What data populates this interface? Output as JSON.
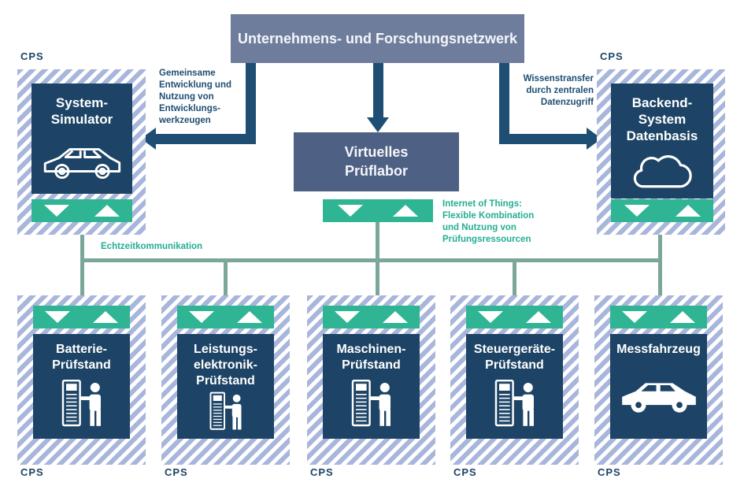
{
  "cps_label": "CPS",
  "colors": {
    "navy_box": "#1d4466",
    "top_network_box": "#6f7d9c",
    "virtual_lab_box": "#4e6083",
    "exchange_bar_teal": "#2fb593",
    "bus_sage_green": "#7aa79a",
    "hatch_stripe": "#a9b6dc",
    "connector_dark_blue": "#1e4e73",
    "annotation_green": "#23ae93"
  },
  "top_box": {
    "label": "Unternehmens- und Forschungsnetzwerk"
  },
  "virtual_lab": {
    "label": "Virtuelles\nPrüflabor"
  },
  "left_node": {
    "label": "System-\nSimulator",
    "icon": "car-outline-icon"
  },
  "right_node": {
    "label": "Backend-\nSystem\nDatenbasis",
    "icon": "cloud-icon"
  },
  "annotations": {
    "left": "Gemeinsame\nEntwicklung und\nNutzung von\nEntwicklungs-\nwerkzeugen",
    "right": "Wissenstransfer\ndurch zentralen\nDatenzugriff",
    "iot": "Internet of Things:\nFlexible Kombination\nund Nutzung von\nPrüfungsressourcen",
    "realtime": "Echtzeitkommunikation"
  },
  "bottom_nodes": [
    {
      "label": "Batterie-\nPrüfstand",
      "icon": "test-bench-icon"
    },
    {
      "label": "Leistungs-\nelektronik-\nPrüfstand",
      "icon": "test-bench-icon"
    },
    {
      "label": "Maschinen-\nPrüfstand",
      "icon": "test-bench-icon"
    },
    {
      "label": "Steuergeräte-\nPrüfstand",
      "icon": "test-bench-icon"
    },
    {
      "label": "Messfahrzeug",
      "icon": "car-icon"
    }
  ]
}
